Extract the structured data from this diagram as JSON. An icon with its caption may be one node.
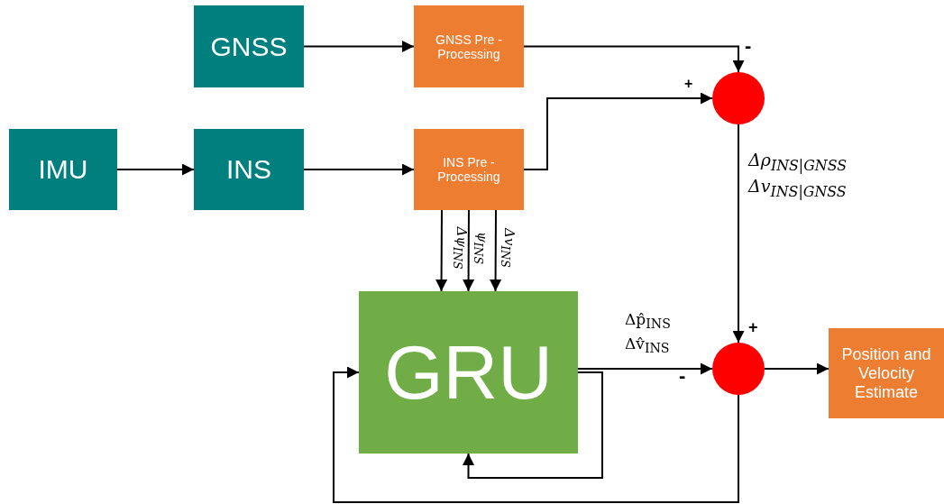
{
  "diagram": {
    "nodes": [
      {
        "text": [
          "GNSS"
        ]
      },
      {
        "text": [
          "GNSS Pre - Processing"
        ]
      },
      {
        "text": [
          "IMU"
        ]
      },
      {
        "text": [
          "INS"
        ]
      },
      {
        "text": [
          "INS Pre - Processing"
        ]
      },
      {
        "text": [],
        "shape": "circle"
      },
      {
        "text": [
          "GRU"
        ]
      },
      {
        "text": [],
        "shape": "circle"
      },
      {
        "text": [
          "Position and Velocity Estimate"
        ]
      }
    ],
    "edges": [
      {
        "from": 0,
        "to": 1,
        "arrow": "to"
      },
      {
        "from": 2,
        "to": 3,
        "arrow": "to"
      },
      {
        "from": 3,
        "to": 4,
        "arrow": "to"
      },
      {
        "from": 1,
        "to": 5,
        "arrow": "to"
      },
      {
        "from": 4,
        "to": 5,
        "arrow": "to"
      },
      {
        "from": 4,
        "to": 6,
        "arrow": "to",
        "label": "Δψ$_{INS}$"
      },
      {
        "from": 4,
        "to": 6,
        "arrow": "to",
        "label": "ψ$_{INS}$"
      },
      {
        "from": 4,
        "to": 6,
        "arrow": "to",
        "label": "Δv$_{INS}$"
      },
      {
        "from": 5,
        "to": 7,
        "arrow": "to",
        "label": "Δρ$_{INS|GNSS}$ Δv$_{INS|GNSS}$"
      },
      {
        "from": 6,
        "to": 7,
        "arrow": "to",
        "label": "Δp̂$_{INS}$ Δv̂$_{INS}$"
      },
      {
        "from": 7,
        "to": 8,
        "arrow": "to"
      },
      {
        "from": 6,
        "to": 6,
        "arrow": "to"
      },
      {
        "from": 7,
        "to": 6,
        "arrow": "to"
      }
    ],
    "labels": [
      "-",
      "+",
      "+",
      "-"
    ]
  }
}
